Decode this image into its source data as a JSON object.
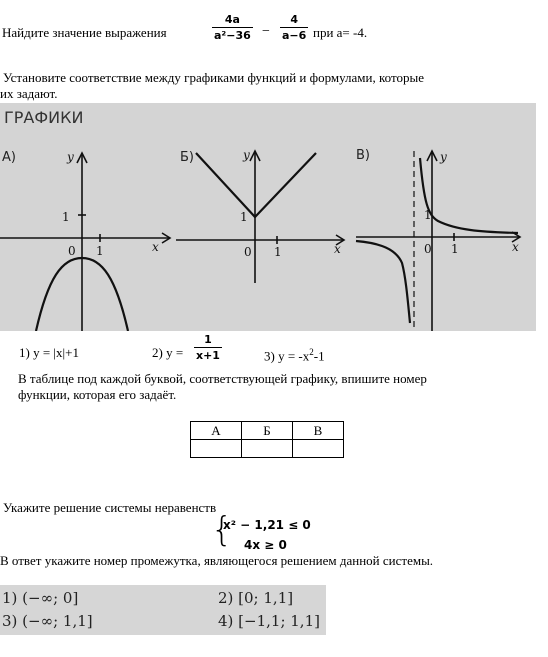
{
  "task1": {
    "prefix": "Найдите значение выражения",
    "frac1_num": "4a",
    "frac1_den": "a²−36",
    "minus": "−",
    "frac2_num": "4",
    "frac2_den": "a−6",
    "suffix": "при a= -4."
  },
  "task2": {
    "line1": "Установите соответствие между графиками функций и формулами, которые",
    "line2": "их задают.",
    "graphs_header": "ГРАФИКИ",
    "graph_labels": [
      "А)",
      "Б)",
      "В)"
    ],
    "axis_x": "x",
    "axis_y": "y",
    "tick_zero": "0",
    "tick_one": "1",
    "formula1": "1)  y =  |x|+1",
    "formula2_prefix": "2) y =",
    "formula2_num": "1",
    "formula2_den": "x+1",
    "formula3": "3) y = -x",
    "formula3_exp": "2",
    "formula3_tail": "-1",
    "instr_line1": "В таблице под каждой буквой, соответствующей графику, впишите номер",
    "instr_line2": "функции, которая его задаёт.",
    "table_headers": [
      "А",
      "Б",
      "В"
    ],
    "table_values": [
      "",
      "",
      ""
    ]
  },
  "task3": {
    "prompt": "Укажите решение системы неравенств",
    "ineq1": "x² − 1,21 ≤ 0",
    "ineq2": "4x ≥ 0",
    "answer_prompt": "В ответ укажите номер промежутка, являющегося решением данной системы.",
    "options": [
      "1) (−∞; 0]",
      "2) [0; 1,1]",
      "3) (−∞; 1,1]",
      "4) [−1,1; 1,1]"
    ]
  }
}
